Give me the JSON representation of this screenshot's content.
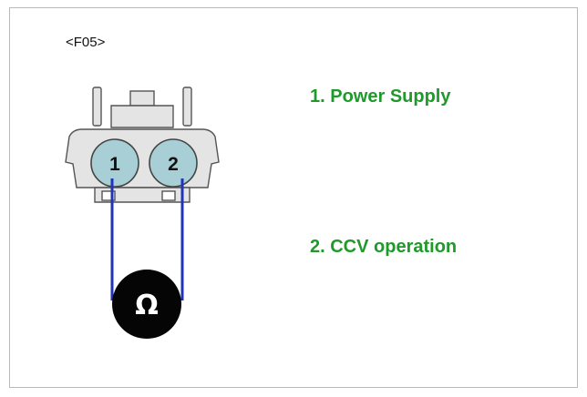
{
  "connector": {
    "id": "<F05>",
    "pins": [
      {
        "number": "1",
        "function": "1. Power Supply"
      },
      {
        "number": "2",
        "function": "2. CCV operation"
      }
    ]
  },
  "meter": {
    "symbol": "Ω",
    "icon": "ohmmeter-icon"
  },
  "colors": {
    "label_green": "#1f9a2a",
    "wire_blue": "#2233bb",
    "pin_fill": "#a9cfd6",
    "housing_fill": "#e4e4e4"
  }
}
